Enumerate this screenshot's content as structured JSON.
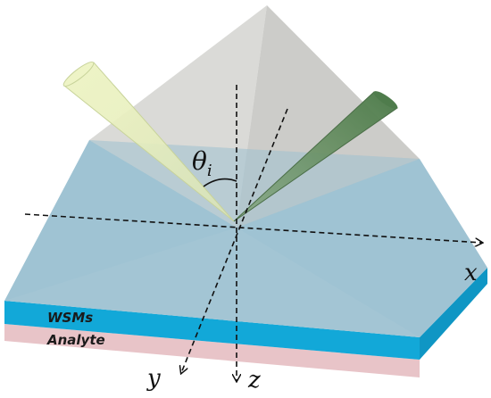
{
  "labels": {
    "angle": "θ",
    "angle_subscript": "i",
    "x_axis": "x",
    "y_axis": "y",
    "z_axis": "z",
    "layer_top": "WSMs",
    "layer_bottom": "Analyte"
  },
  "colors": {
    "prism": "#d4d4d0",
    "prism_shadow": "#c3c3bf",
    "substrate": "#9fc3d3",
    "wsm_layer": "#12a8d8",
    "analyte_layer": "#e8c4c8",
    "incident_beam": "#e7efbc",
    "reflected_beam": "#5f8a5a",
    "axis_lines": "#111111"
  }
}
